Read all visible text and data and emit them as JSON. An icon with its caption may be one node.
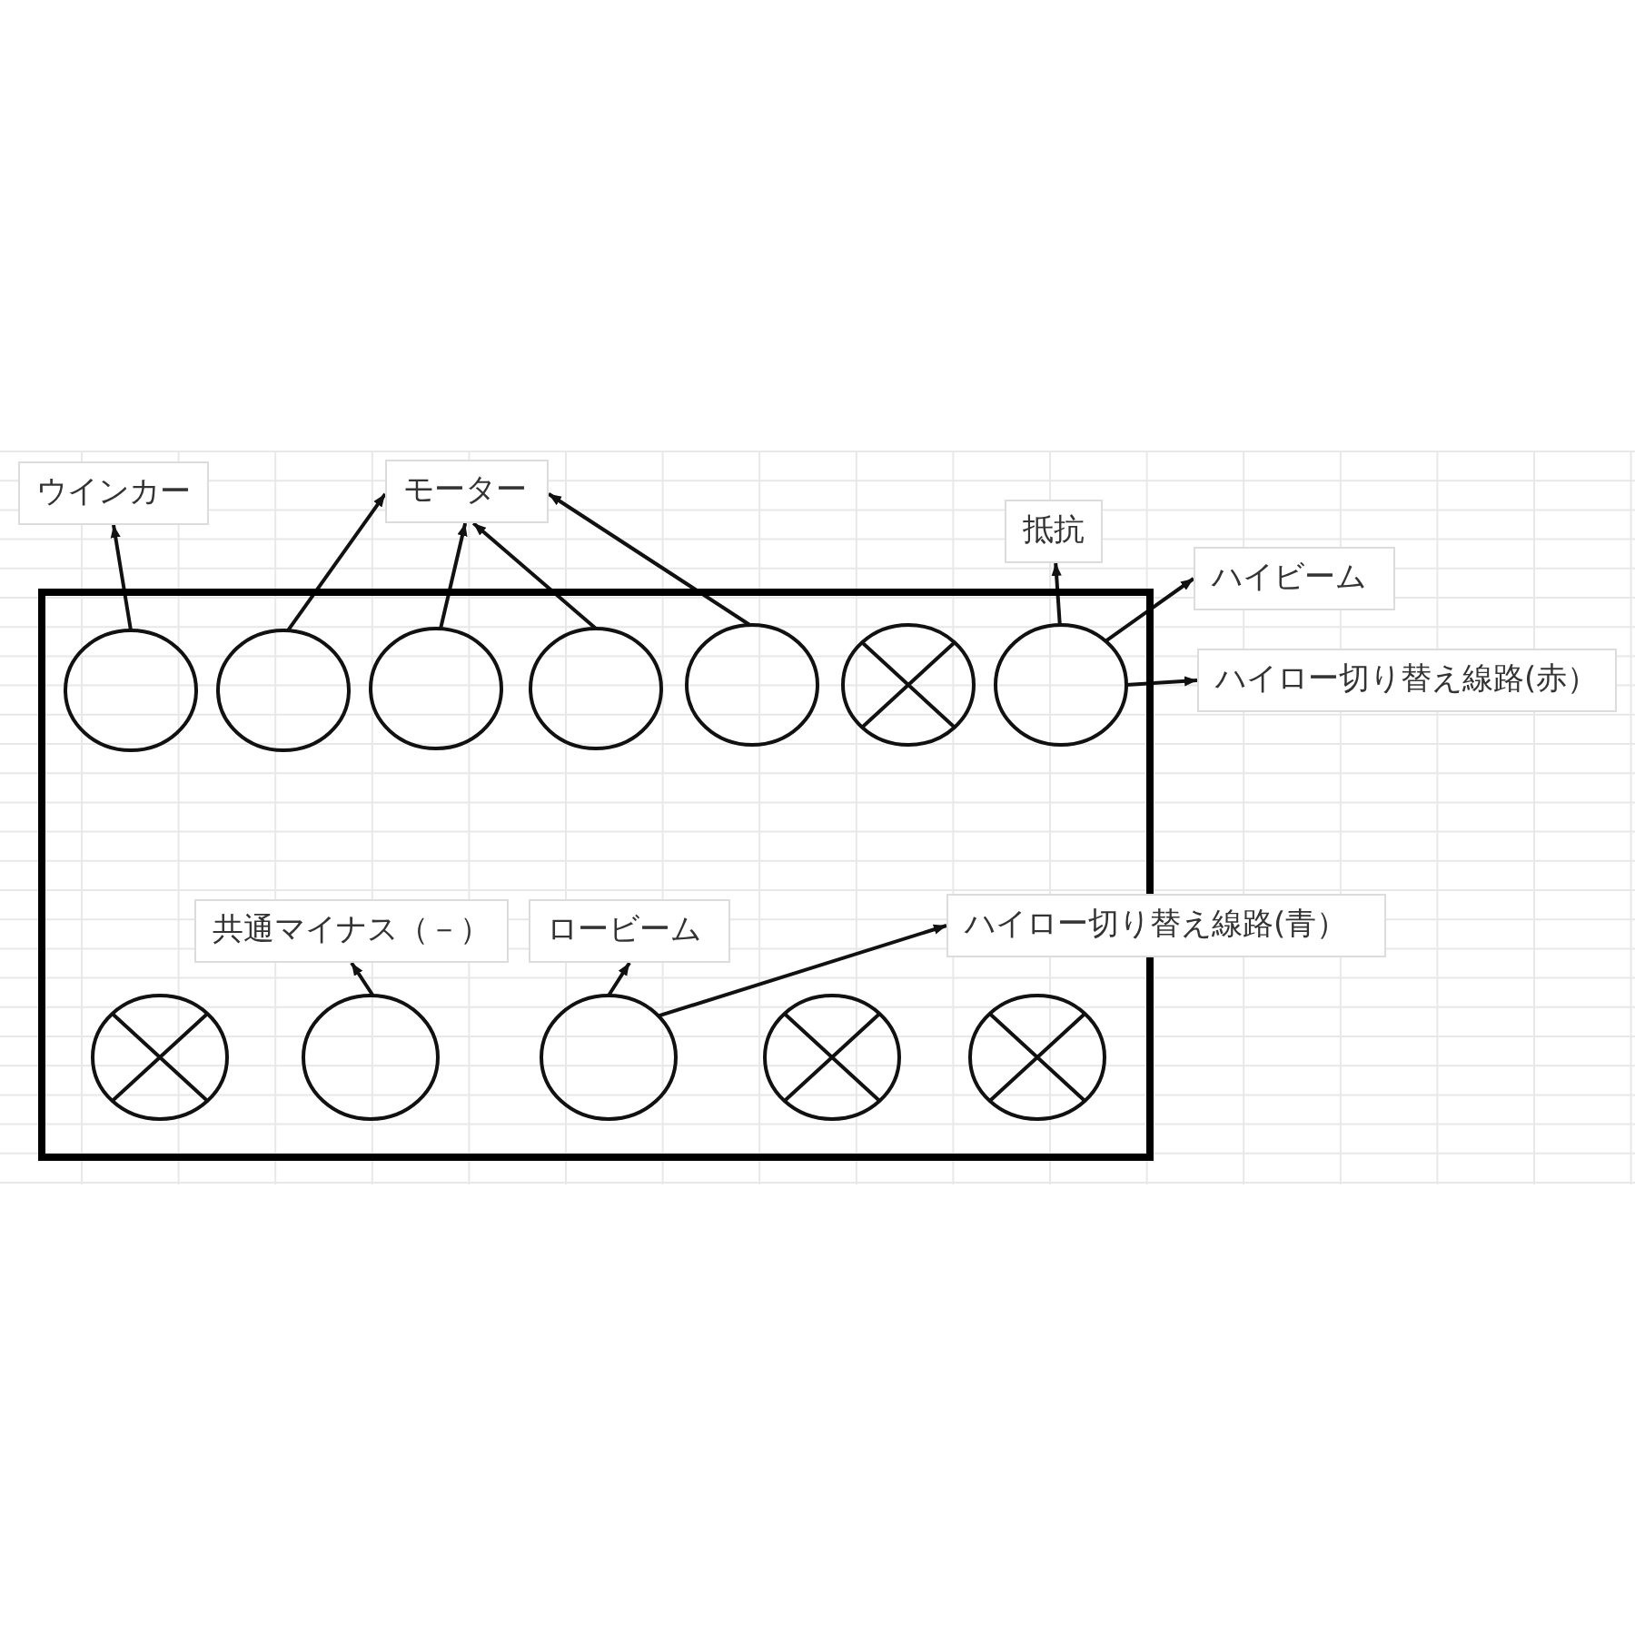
{
  "diagram": {
    "nodes": [
      {
        "text": [
          "ウインカー"
        ]
      },
      {
        "text": [
          "モーター"
        ]
      },
      {
        "text": [
          "抵抗"
        ]
      },
      {
        "text": [
          "ハイビーム"
        ]
      },
      {
        "text": [
          "ハイロー切り替え線路(赤）"
        ]
      },
      {
        "text": [],
        "shape": "box"
      },
      {
        "text": [],
        "shape": "circle",
        "in": 5
      },
      {
        "text": [],
        "shape": "circle",
        "in": 5
      },
      {
        "text": [],
        "shape": "circle",
        "in": 5
      },
      {
        "text": [],
        "shape": "circle",
        "in": 5
      },
      {
        "text": [],
        "shape": "circle",
        "in": 5
      },
      {
        "text": [],
        "shape": "crossed-circle",
        "in": 5
      },
      {
        "text": [],
        "shape": "circle",
        "in": 5
      },
      {
        "text": [
          "共通マイナス（－）"
        ],
        "in": 5
      },
      {
        "text": [
          "ロービーム"
        ],
        "in": 5
      },
      {
        "text": [
          "ハイロー切り替え線路(青）"
        ]
      },
      {
        "text": [],
        "shape": "crossed-circle",
        "in": 5
      },
      {
        "text": [],
        "shape": "circle",
        "in": 5
      },
      {
        "text": [],
        "shape": "circle",
        "in": 5
      },
      {
        "text": [],
        "shape": "crossed-circle",
        "in": 5
      },
      {
        "text": [],
        "shape": "crossed-circle",
        "in": 5
      }
    ],
    "edges": [
      {
        "from": 6,
        "to": 0,
        "arrow": "to"
      },
      {
        "from": 7,
        "to": 1,
        "arrow": "to"
      },
      {
        "from": 8,
        "to": 1,
        "arrow": "to"
      },
      {
        "from": 9,
        "to": 1,
        "arrow": "to"
      },
      {
        "from": 10,
        "to": 1,
        "arrow": "to"
      },
      {
        "from": 12,
        "to": 2,
        "arrow": "to"
      },
      {
        "from": 12,
        "to": 3,
        "arrow": "to"
      },
      {
        "from": 12,
        "to": 4,
        "arrow": "to"
      },
      {
        "from": 17,
        "to": 13,
        "arrow": "to"
      },
      {
        "from": 18,
        "to": 14,
        "arrow": "to"
      },
      {
        "from": 18,
        "to": 15,
        "arrow": "to"
      }
    ]
  }
}
